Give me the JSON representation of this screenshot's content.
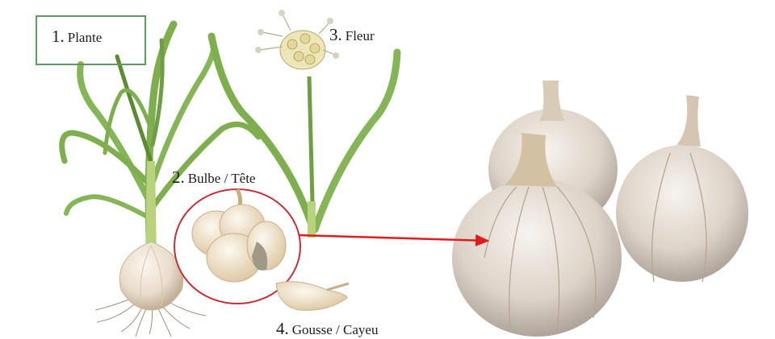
{
  "labels": {
    "plante": {
      "num": "1.",
      "text": "Plante"
    },
    "fleur": {
      "num": "3.",
      "text": "Fleur"
    },
    "bulbe": {
      "num": "2.",
      "text": "Bulbe / Tête"
    },
    "gousse": {
      "num": "4.",
      "text": "Gousse / Cayeu"
    }
  },
  "colors": {
    "leaf": "#7fae4e",
    "leaf_dark": "#5d8a32",
    "bulb": "#f1e4cc",
    "bulb_shade": "#d9c39a",
    "circle": "#c0303a",
    "arrow": "#e01c1c",
    "box": "#5e9a62"
  },
  "icons": [
    "garlic-plant-illustration",
    "garlic-flower-illustration",
    "bulb-closeup-illustration",
    "clove-illustration",
    "garlic-photo"
  ]
}
